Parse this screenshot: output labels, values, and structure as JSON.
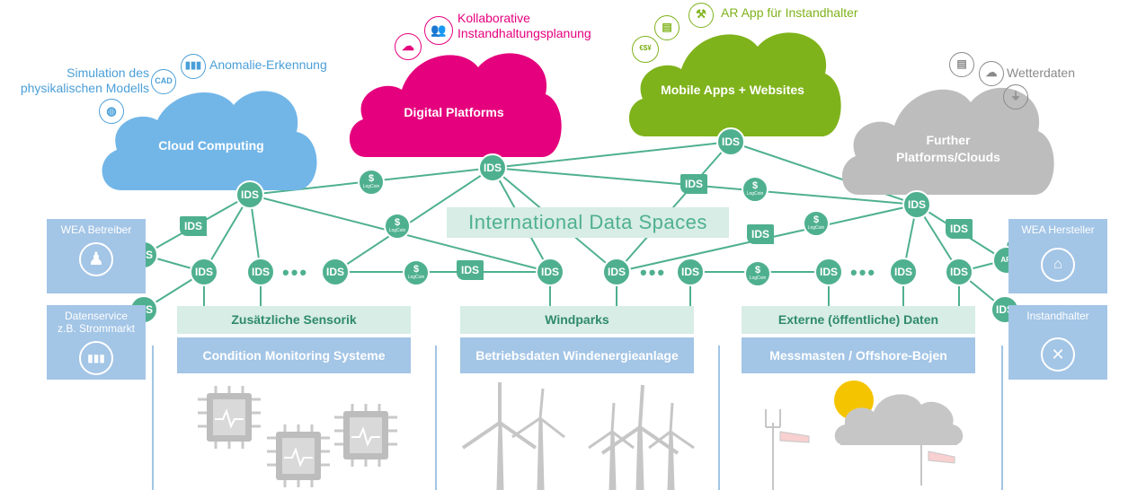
{
  "clouds": {
    "cloud_computing": "Cloud Computing",
    "digital_platforms": "Digital Platforms",
    "mobile_apps": "Mobile Apps + Websites",
    "further_platforms": "Further Platforms/Clouds"
  },
  "annotations": {
    "simulation": "Simulation des physikalischen Modells",
    "anomaly": "Anomalie-Erkennung",
    "collab_line1": "Kollaborative",
    "collab_line2": "Instandhaltungsplanung",
    "ar_app": "AR App für Instandhalter",
    "weather": "Wetterdaten",
    "cad": "CAD",
    "currency": "€$¥",
    "api": "API"
  },
  "banner": "International Data Spaces",
  "node_label": "IDS",
  "coin_symbol": "$",
  "coin_text": "LogCoin",
  "ellipsis": "•••",
  "side_boxes": {
    "wea_betreiber": "WEA Betreiber",
    "datenservice_line1": "Datenservice",
    "datenservice_line2": "z.B. Strommarkt",
    "wea_hersteller": "WEA Hersteller",
    "instandhalter": "Instandhalter"
  },
  "sections": [
    {
      "top": "Zusätzliche Sensorik",
      "bottom": "Condition Monitoring Systeme"
    },
    {
      "top": "Windparks",
      "bottom": "Betriebsdaten Windenergieanlage"
    },
    {
      "top": "Externe (öffentliche) Daten",
      "bottom": "Messmasten / Offshore-Bojen"
    }
  ],
  "colors": {
    "green": "#4fb08f",
    "cloud_blue": "#72b6e8",
    "magenta": "#e5007d",
    "lime": "#7fb31b",
    "grey": "#bdbdbd",
    "side_blue": "#a3c5e6",
    "light_green": "#d7ede5",
    "annot_blue": "#4a9fd8"
  }
}
